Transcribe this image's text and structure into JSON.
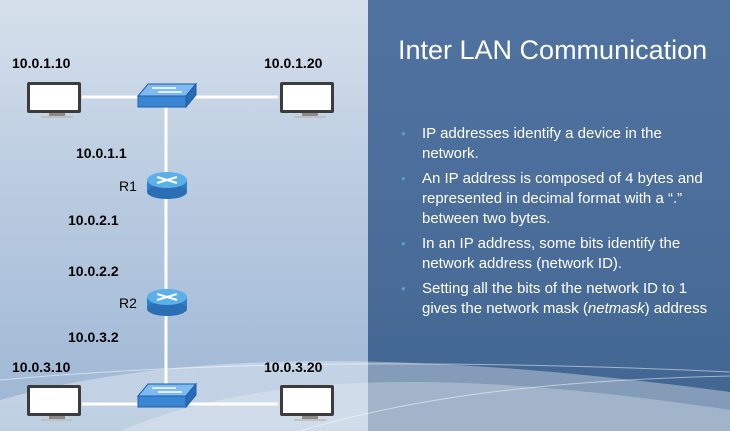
{
  "slide": {
    "title": "Inter LAN Communication",
    "bullets": [
      {
        "text": "IP addresses identify a device in the network."
      },
      {
        "text": "An IP address is composed of 4 bytes and represented in decimal format with a “.” between two bytes."
      },
      {
        "text": "In an IP address, some bits identify the network address (network ID)."
      },
      {
        "before": "Setting all the bits of the network ID to 1 gives the network mask (",
        "emphasis": "netmask",
        "after": ") address"
      }
    ],
    "bullet_marker": "•"
  },
  "diagram": {
    "top_left_host_ip": "10.0.1.10",
    "top_right_host_ip": "10.0.1.20",
    "r1": {
      "name": "R1",
      "ip_top": "10.0.1.1",
      "ip_bottom": "10.0.2.1"
    },
    "r2": {
      "name": "R2",
      "ip_top": "10.0.2.2",
      "ip_bottom": "10.0.3.2"
    },
    "bottom_left_host_ip": "10.0.3.10",
    "bottom_right_host_ip": "10.0.3.20"
  },
  "colors": {
    "right_panel": "#4a6c99",
    "bullet_dot": "#5a9ad0",
    "router": "#4a9ee0",
    "switch": "#3a86d4"
  },
  "icons": [
    "desktop-monitor-icon",
    "switch-icon",
    "router-icon"
  ]
}
